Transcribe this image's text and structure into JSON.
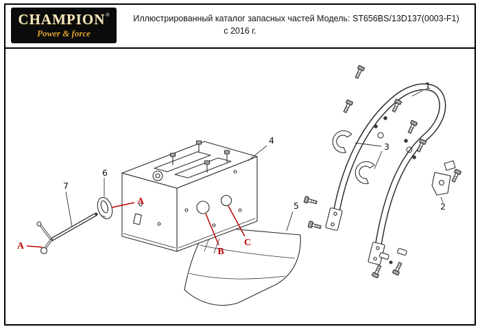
{
  "page": {
    "background": "#ffffff",
    "border_color": "#000000"
  },
  "header": {
    "logo": {
      "brand": "CHAMPION",
      "registered": "®",
      "tagline": "Power & force",
      "background": "#0b0b0b",
      "brand_color": "#f2e6c0",
      "tagline_color": "#dfa52e"
    },
    "title_line1": "Иллюстрированный каталог запасных частей Модель: ST656BS/13D137(0003-F1)",
    "title_line2": "с 2016 г."
  },
  "diagram": {
    "colors": {
      "line": "#2b2b2b",
      "callout": "#c00000"
    },
    "part_labels": {
      "p1": "1",
      "p2": "2",
      "p3": "3",
      "p4": "4",
      "p5": "5",
      "p6": "6",
      "p7": "7"
    },
    "ref_labels": {
      "a_left": "A",
      "a_mid": "A",
      "b": "B",
      "c": "C"
    }
  }
}
